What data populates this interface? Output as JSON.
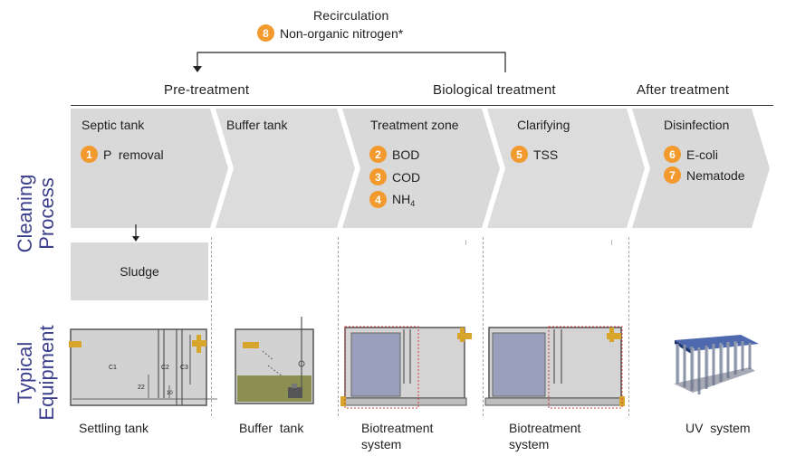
{
  "recirculation": {
    "label": "Recirculation",
    "badge": "8",
    "item": "Non-organic nitrogen*"
  },
  "phases": [
    {
      "label": "Pre-treatment"
    },
    {
      "label": "Biological treatment"
    },
    {
      "label": "After treatment"
    }
  ],
  "side_labels": {
    "process_line1": "Cleaning",
    "process_line2": "Process",
    "equipment_line1": "Typical",
    "equipment_line2": "Equipment"
  },
  "steps": [
    {
      "title": "Septic tank",
      "items": [
        {
          "badge": "1",
          "text": "P  removal"
        }
      ]
    },
    {
      "title": "Buffer tank",
      "items": []
    },
    {
      "title": "Treatment zone",
      "items": [
        {
          "badge": "2",
          "text": "BOD"
        },
        {
          "badge": "3",
          "text": "COD"
        },
        {
          "badge": "4",
          "text": "NH",
          "sub": "4"
        }
      ]
    },
    {
      "title": "Clarifying",
      "items": [
        {
          "badge": "5",
          "text": "TSS"
        }
      ]
    },
    {
      "title": "Disinfection",
      "items": [
        {
          "badge": "6",
          "text": "E-coli"
        },
        {
          "badge": "7",
          "text": "Nematode"
        }
      ]
    }
  ],
  "sludge": {
    "label": "Sludge"
  },
  "settling_tank_marks": {
    "c1": "C1",
    "c2": "C2",
    "c3": "C3",
    "d1": "22",
    "d2": "10"
  },
  "equipment": [
    {
      "line1": "Settling tank",
      "line2": ""
    },
    {
      "line1": "Buffer  tank",
      "line2": ""
    },
    {
      "line1": "Biotreatment",
      "line2": "system"
    },
    {
      "line1": "Biotreatment",
      "line2": "system"
    },
    {
      "line1": "UV  system",
      "line2": ""
    }
  ],
  "colors": {
    "arrow_fill": "#d9d9d9",
    "badge": "#f29a2e",
    "side_label": "#3c3f8c",
    "tank_fill": "#d2d2d2",
    "liquid": "#8b8f52",
    "bio_panel": "#9aa0bb",
    "pipe": "#d7a52b",
    "red_dash": "#d04040"
  }
}
